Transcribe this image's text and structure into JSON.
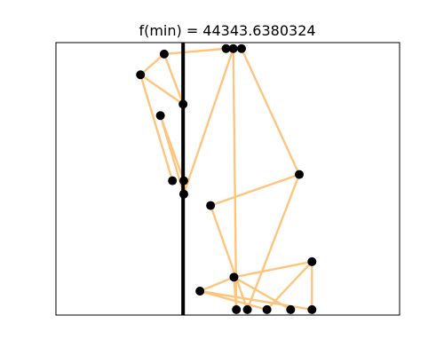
{
  "chart_data": {
    "type": "scatter",
    "title": "f(min) = 44343.6380324",
    "xlabel": "",
    "ylabel": "",
    "xlim": [
      0,
      1
    ],
    "ylim": [
      0,
      1
    ],
    "grid": false,
    "vline_x": 0.37,
    "colors": {
      "edge": "#fdc57e",
      "node": "#000000",
      "vline": "#000000",
      "axes": "#000000"
    },
    "nodes": [
      {
        "x": 0.315,
        "y": 0.958
      },
      {
        "x": 0.246,
        "y": 0.882
      },
      {
        "x": 0.37,
        "y": 0.774
      },
      {
        "x": 0.304,
        "y": 0.732
      },
      {
        "x": 0.495,
        "y": 0.978
      },
      {
        "x": 0.516,
        "y": 0.978
      },
      {
        "x": 0.54,
        "y": 0.978
      },
      {
        "x": 0.339,
        "y": 0.493
      },
      {
        "x": 0.372,
        "y": 0.493
      },
      {
        "x": 0.372,
        "y": 0.444
      },
      {
        "x": 0.45,
        "y": 0.402
      },
      {
        "x": 0.708,
        "y": 0.516
      },
      {
        "x": 0.745,
        "y": 0.196
      },
      {
        "x": 0.518,
        "y": 0.139
      },
      {
        "x": 0.419,
        "y": 0.088
      },
      {
        "x": 0.525,
        "y": 0.02
      },
      {
        "x": 0.557,
        "y": 0.02
      },
      {
        "x": 0.614,
        "y": 0.02
      },
      {
        "x": 0.683,
        "y": 0.02
      },
      {
        "x": 0.745,
        "y": 0.02
      }
    ],
    "edges": [
      [
        0,
        1
      ],
      [
        0,
        2
      ],
      [
        0,
        4
      ],
      [
        1,
        2
      ],
      [
        1,
        7
      ],
      [
        3,
        8
      ],
      [
        3,
        9
      ],
      [
        2,
        8
      ],
      [
        2,
        9
      ],
      [
        5,
        9
      ],
      [
        6,
        11
      ],
      [
        5,
        15
      ],
      [
        10,
        11
      ],
      [
        10,
        16
      ],
      [
        11,
        16
      ],
      [
        12,
        13
      ],
      [
        12,
        19
      ],
      [
        13,
        15
      ],
      [
        13,
        18
      ],
      [
        14,
        13
      ],
      [
        14,
        19
      ],
      [
        14,
        17
      ],
      [
        12,
        17
      ]
    ]
  }
}
